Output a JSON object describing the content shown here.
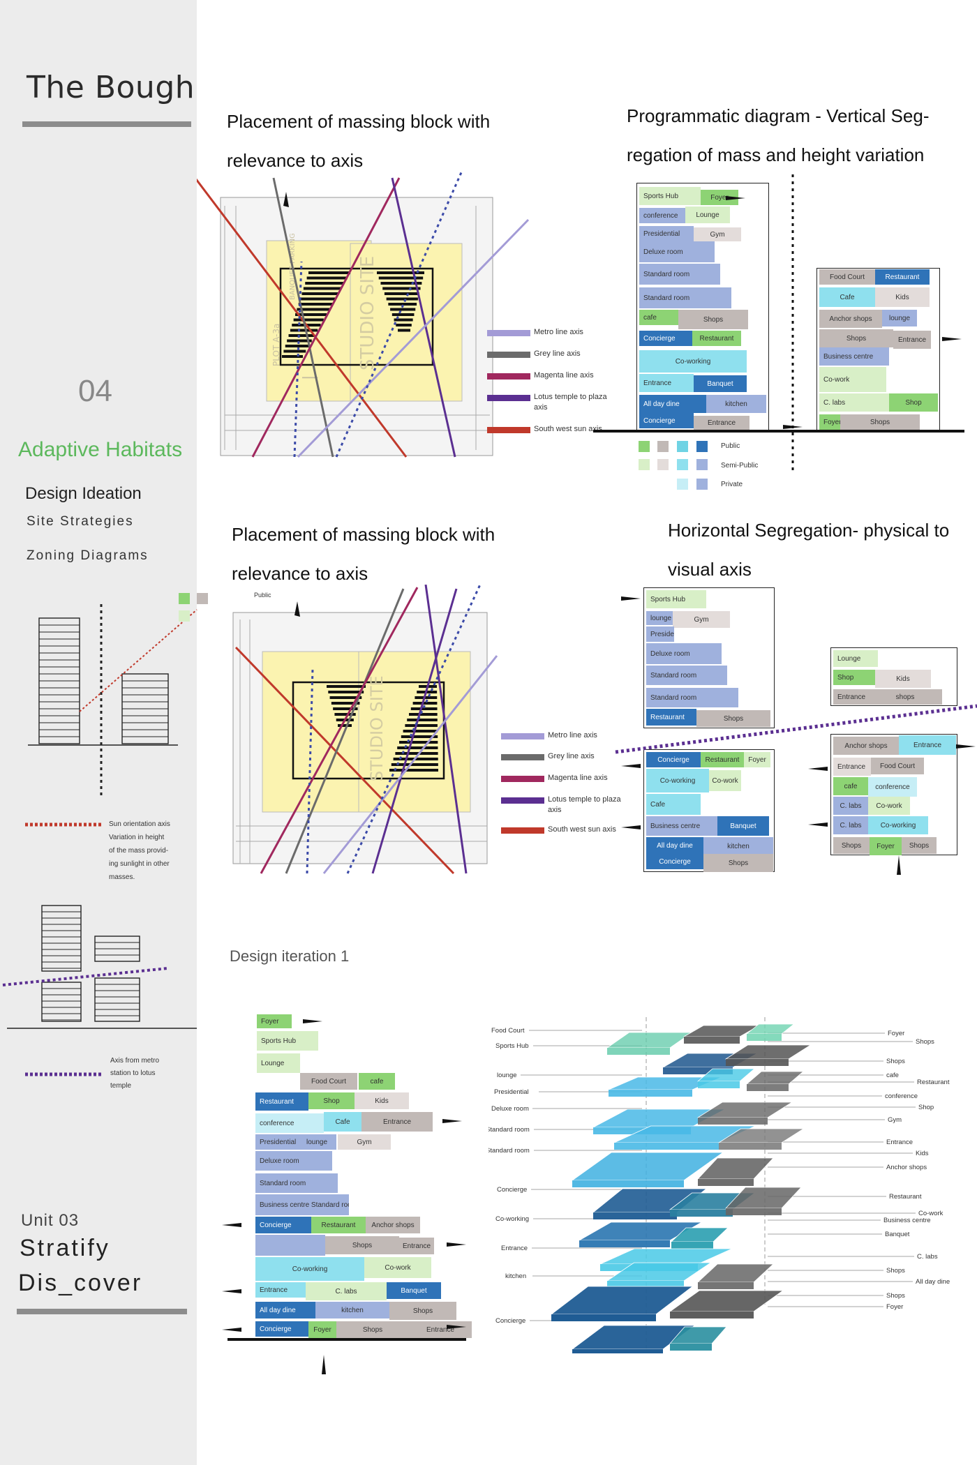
{
  "sidebar": {
    "title": "The Bough",
    "number": "04",
    "theme": "Adaptive Habitats",
    "heading": "Design Ideation",
    "items": [
      "Site Strategies",
      "Zoning Diagrams"
    ],
    "public_label": "Public",
    "sun_note": [
      "Sun orientation axis",
      "Variation in height",
      "of the mass provid-",
      "ing sunlight in other",
      "masses."
    ],
    "axis_note": [
      "Axis from metro",
      "station to lotus",
      "temple"
    ],
    "unit": "Unit  03",
    "project": [
      "Stratify",
      "Dis_cover"
    ]
  },
  "sections": {
    "placement_1": [
      "Placement of massing block with",
      "relevance to axis"
    ],
    "programmatic": [
      "Programmatic diagram - Vertical Seg-",
      "regation of mass and height variation"
    ],
    "placement_2": [
      "Placement of massing block with",
      "relevance to axis"
    ],
    "horizontal": [
      "Horizontal Segregation- physical to",
      "visual axis"
    ],
    "iteration": "Design iteration 1"
  },
  "site_labels": {
    "studio_site": "STUDIO SITE",
    "plot": "PLOT A-3a",
    "banquet": "BANQUET PARKING"
  },
  "axis_legend": [
    {
      "label": "Metro line axis",
      "color": "#a39bd6"
    },
    {
      "label": "Grey line axis",
      "color": "#6b6b6b"
    },
    {
      "label": "Magenta line axis",
      "color": "#a0285e"
    },
    {
      "label": "Lotus temple to plaza axis",
      "color": "#5b2f91"
    },
    {
      "label": "South west sun axis",
      "color": "#c0392b"
    }
  ],
  "zoning_legend": {
    "public": "Public",
    "semi_public": "Semi-Public",
    "private": "Private"
  },
  "vertical_tower_a": [
    {
      "label": "Sports Hub",
      "c": "b-lgreen"
    },
    {
      "label": "Foyer",
      "c": "b-green"
    },
    {
      "label": "conference",
      "c": "b-mid"
    },
    {
      "label": "Lounge",
      "c": "b-lgreen"
    },
    {
      "label": "Presidential",
      "c": "b-mid"
    },
    {
      "label": "Gym",
      "c": "b-lgrey"
    },
    {
      "label": "Deluxe room",
      "c": "b-mid"
    },
    {
      "label": "Standard room",
      "c": "b-mid"
    },
    {
      "label": "Standard room",
      "c": "b-mid"
    },
    {
      "label": "cafe",
      "c": "b-green"
    },
    {
      "label": "Shops",
      "c": "b-grey"
    },
    {
      "label": "Concierge",
      "c": "b-dark"
    },
    {
      "label": "Restaurant",
      "c": "b-green"
    },
    {
      "label": "Co-working",
      "c": "b-cyan"
    },
    {
      "label": "Entrance",
      "c": "b-cyan"
    },
    {
      "label": "Banquet",
      "c": "b-dark"
    },
    {
      "label": "All day dine",
      "c": "b-dark"
    },
    {
      "label": "kitchen",
      "c": "b-mid"
    },
    {
      "label": "Concierge",
      "c": "b-dark"
    },
    {
      "label": "Entrance",
      "c": "b-grey"
    }
  ],
  "vertical_tower_b": [
    {
      "label": "Food Court",
      "c": "b-grey"
    },
    {
      "label": "Restaurant",
      "c": "b-dark"
    },
    {
      "label": "Cafe",
      "c": "b-cyan"
    },
    {
      "label": "Kids",
      "c": "b-lgrey"
    },
    {
      "label": "Anchor shops",
      "c": "b-grey"
    },
    {
      "label": "lounge",
      "c": "b-mid"
    },
    {
      "label": "Shops",
      "c": "b-grey"
    },
    {
      "label": "Entrance",
      "c": "b-grey"
    },
    {
      "label": "Business centre",
      "c": "b-mid"
    },
    {
      "label": "Co-work",
      "c": "b-lgreen"
    },
    {
      "label": "C. labs",
      "c": "b-lgreen"
    },
    {
      "label": "Shop",
      "c": "b-green"
    },
    {
      "label": "Foyer",
      "c": "b-green"
    },
    {
      "label": "Shops",
      "c": "b-grey"
    }
  ],
  "horizontal_a": [
    {
      "label": "Sports Hub",
      "c": "b-lgreen"
    },
    {
      "label": "lounge",
      "c": "b-mid"
    },
    {
      "label": "Gym",
      "c": "b-lgrey"
    },
    {
      "label": "Presidential",
      "c": "b-mid"
    },
    {
      "label": "Deluxe room",
      "c": "b-mid"
    },
    {
      "label": "Standard room",
      "c": "b-mid"
    },
    {
      "label": "Standard room",
      "c": "b-mid"
    },
    {
      "label": "Restaurant",
      "c": "b-dark"
    },
    {
      "label": "Shops",
      "c": "b-grey"
    }
  ],
  "horizontal_b": [
    {
      "label": "Lounge",
      "c": "b-lgreen"
    },
    {
      "label": "Shop",
      "c": "b-green"
    },
    {
      "label": "Kids",
      "c": "b-lgrey"
    },
    {
      "label": "Entrance",
      "c": "b-grey"
    },
    {
      "label": "shops",
      "c": "b-grey"
    }
  ],
  "horizontal_c": [
    {
      "label": "Concierge",
      "c": "b-dark"
    },
    {
      "label": "Restaurant",
      "c": "b-green"
    },
    {
      "label": "Foyer",
      "c": "b-lgreen"
    },
    {
      "label": "Co-working",
      "c": "b-cyan"
    },
    {
      "label": "Co-work",
      "c": "b-lgreen"
    },
    {
      "label": "Cafe",
      "c": "b-cyan"
    },
    {
      "label": "Business centre",
      "c": "b-mid"
    },
    {
      "label": "Banquet",
      "c": "b-dark"
    },
    {
      "label": "All day dine",
      "c": "b-dark"
    },
    {
      "label": "kitchen",
      "c": "b-mid"
    },
    {
      "label": "Concierge",
      "c": "b-dark"
    },
    {
      "label": "Shops",
      "c": "b-grey"
    }
  ],
  "horizontal_d": [
    {
      "label": "Anchor shops",
      "c": "b-grey"
    },
    {
      "label": "Entrance",
      "c": "b-cyan"
    },
    {
      "label": "Entrance",
      "c": "b-lgrey"
    },
    {
      "label": "Food Court",
      "c": "b-grey"
    },
    {
      "label": "cafe",
      "c": "b-green"
    },
    {
      "label": "conference",
      "c": "b-lcyan"
    },
    {
      "label": "C. labs",
      "c": "b-mid"
    },
    {
      "label": "Co-work",
      "c": "b-lgreen"
    },
    {
      "label": "C. labs",
      "c": "b-mid"
    },
    {
      "label": "Co-working",
      "c": "b-cyan"
    },
    {
      "label": "Shops",
      "c": "b-grey"
    },
    {
      "label": "Foyer",
      "c": "b-green"
    },
    {
      "label": "Shops",
      "c": "b-grey"
    }
  ],
  "iteration_stack": [
    {
      "label": "Foyer",
      "c": "b-green"
    },
    {
      "label": "Sports Hub",
      "c": "b-lgreen"
    },
    {
      "label": "Lounge",
      "c": "b-lgreen"
    },
    {
      "label": "Food Court",
      "c": "b-grey"
    },
    {
      "label": "cafe",
      "c": "b-green"
    },
    {
      "label": "Restaurant",
      "c": "b-dark"
    },
    {
      "label": "Shop",
      "c": "b-green"
    },
    {
      "label": "Kids",
      "c": "b-lgrey"
    },
    {
      "label": "conference",
      "c": "b-lcyan"
    },
    {
      "label": "Cafe",
      "c": "b-cyan"
    },
    {
      "label": "Entrance",
      "c": "b-grey"
    },
    {
      "label": "Presidential",
      "c": "b-mid"
    },
    {
      "label": "lounge",
      "c": "b-mid"
    },
    {
      "label": "Gym",
      "c": "b-lgrey"
    },
    {
      "label": "Deluxe room",
      "c": "b-mid"
    },
    {
      "label": "Standard room",
      "c": "b-mid"
    },
    {
      "label": "Business centre Standard room",
      "c": "b-mid"
    },
    {
      "label": "Concierge",
      "c": "b-dark"
    },
    {
      "label": "Restaurant",
      "c": "b-green"
    },
    {
      "label": "Anchor shops",
      "c": "b-grey"
    },
    {
      "label": "",
      "c": "b-mid"
    },
    {
      "label": "Shops",
      "c": "b-grey"
    },
    {
      "label": "Entrance",
      "c": "b-grey"
    },
    {
      "label": "Co-working",
      "c": "b-cyan"
    },
    {
      "label": "Co-work",
      "c": "b-lgreen"
    },
    {
      "label": "Entrance",
      "c": "b-cyan"
    },
    {
      "label": "C. labs",
      "c": "b-lgreen"
    },
    {
      "label": "Banquet",
      "c": "b-dark"
    },
    {
      "label": "All day dine",
      "c": "b-dark"
    },
    {
      "label": "kitchen",
      "c": "b-mid"
    },
    {
      "label": "Shops",
      "c": "b-grey"
    },
    {
      "label": "Concierge",
      "c": "b-dark"
    },
    {
      "label": "Foyer",
      "c": "b-green"
    },
    {
      "label": "Shops",
      "c": "b-grey"
    },
    {
      "label": "Entrance",
      "c": "b-grey"
    }
  ],
  "axo_left_labels": [
    "Food Court",
    "Sports Hub",
    "lounge",
    "Presidential",
    "Deluxe room",
    "Standard room",
    "Standard room",
    "Concierge",
    "Co-working",
    "Entrance",
    "kitchen",
    "Concierge"
  ],
  "axo_right_labels": [
    "Foyer",
    "Shops",
    "Shops",
    "cafe",
    "Restaurant",
    "conference",
    "Shop",
    "Gym",
    "Entrance",
    "Kids",
    "Anchor shops",
    "Restaurant",
    "Co-work",
    "Business centre",
    "Banquet",
    "C. labs",
    "Shops",
    "All day dine",
    "Shops",
    "Foyer"
  ]
}
